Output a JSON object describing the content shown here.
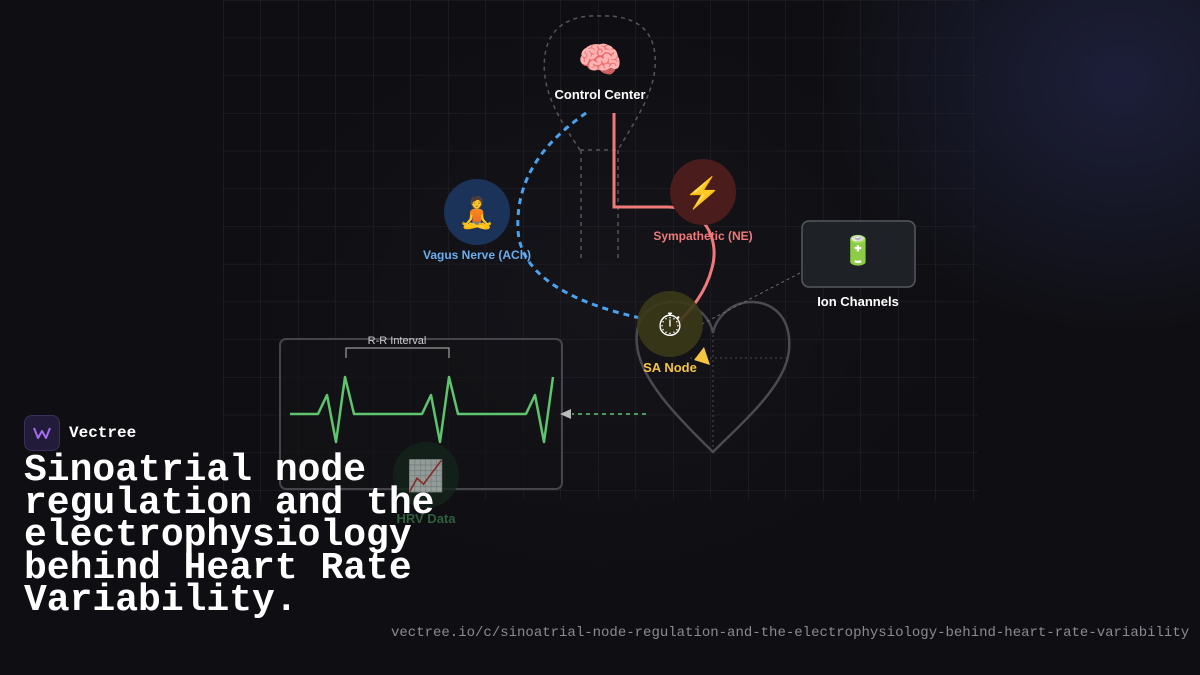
{
  "diagram": {
    "nodes": {
      "control_center": {
        "label": "Control Center",
        "icon": "brain-icon",
        "glyph": "🧠"
      },
      "vagus": {
        "label": "Vagus Nerve (ACh)",
        "icon": "meditation-person-icon",
        "glyph": "🧘",
        "color": "#6aaef0"
      },
      "sympathetic": {
        "label": "Sympathetic (NE)",
        "icon": "lightning-icon",
        "glyph": "⚡",
        "color": "#f07a7a"
      },
      "ion_channels": {
        "label": "Ion Channels",
        "icon": "battery-icon",
        "glyph": "🔋"
      },
      "sa_node": {
        "label": "SA Node",
        "icon": "stopwatch-icon",
        "glyph": "⏱",
        "color": "#f5c542"
      },
      "hrv_data": {
        "label": "HRV Data",
        "icon": "chart-increasing-icon",
        "glyph": "📈",
        "color": "#3d8c57"
      }
    },
    "ecg": {
      "interval_label": "R-R Interval"
    },
    "colors": {
      "parasympathetic_path": "#4aa3f0",
      "sympathetic_path": "#f07a7a",
      "ecg_trace": "#5fc46e",
      "arrow_accent": "#f5c542"
    }
  },
  "brand": {
    "name": "Vectree",
    "icon": "vectree-logo-icon"
  },
  "headline": "Sinoatrial node regulation and the electrophysiology behind Heart Rate Variability.",
  "url": "vectree.io/c/sinoatrial-node-regulation-and-the-electrophysiology-behind-heart-rate-variability"
}
